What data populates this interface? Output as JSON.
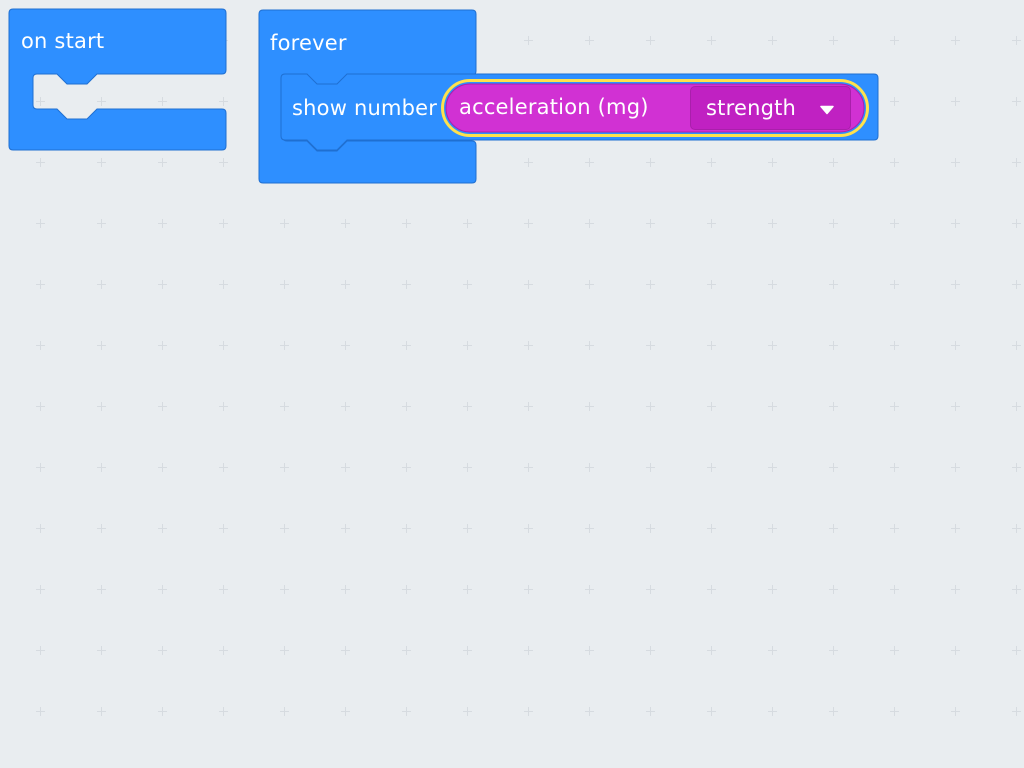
{
  "workspace": {
    "background_color": "#e9edf0",
    "grid_mark_color": "#d6dbe0"
  },
  "blocks": {
    "on_start": {
      "label": "on start",
      "color": "#2e8fff",
      "border_color": "#1f6fd1"
    },
    "forever": {
      "label": "forever",
      "color": "#2e8fff",
      "border_color": "#1f6fd1"
    },
    "show_number": {
      "label": "show number",
      "color": "#2e8fff",
      "border_color": "#1f6fd1"
    },
    "acceleration": {
      "label": "acceleration (mg)",
      "color": "#d131d3",
      "border_color": "#a91fab",
      "highlight_color": "#ffe14d",
      "dropdown": {
        "selected": "strength",
        "icon": "caret-down-icon",
        "color": "#c021c2"
      }
    }
  }
}
